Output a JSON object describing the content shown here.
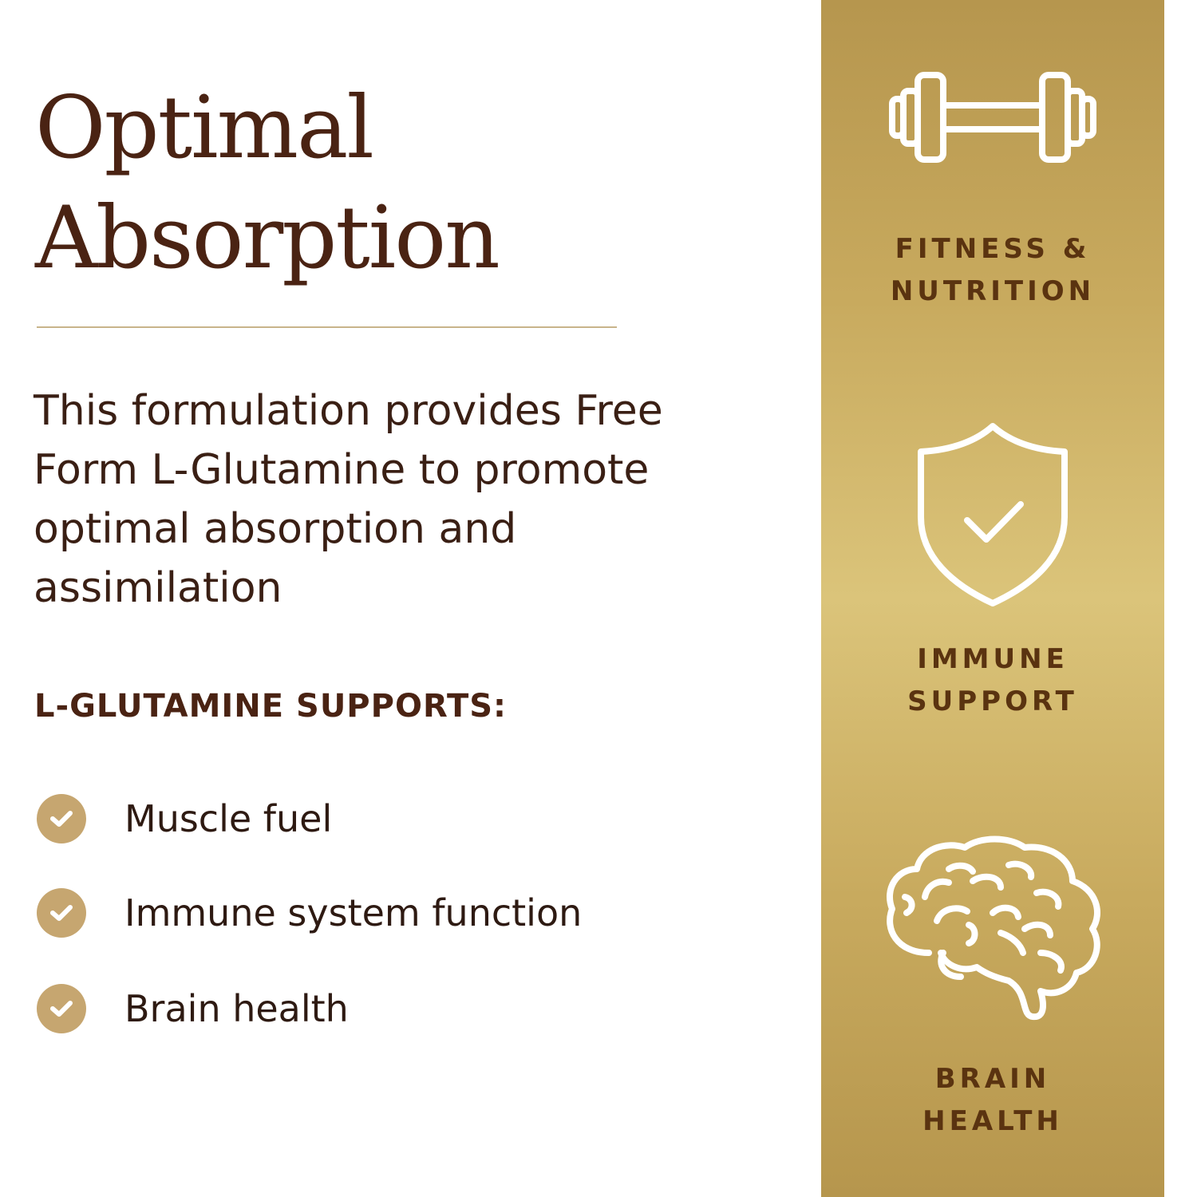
{
  "heading": {
    "line1": "Optimal",
    "line2": "Absorption"
  },
  "description": "This formulation provides Free Form L-Glutamine to promote optimal absorption and assimilation",
  "supports": {
    "title": "L-GLUTAMINE SUPPORTS:",
    "items": [
      {
        "label": "Muscle fuel",
        "icon": "check-circle-icon"
      },
      {
        "label": "Immune system function",
        "icon": "check-circle-icon"
      },
      {
        "label": "Brain health",
        "icon": "check-circle-icon"
      }
    ]
  },
  "features": [
    {
      "icon": "dumbbell-icon",
      "line1": "FITNESS &",
      "line2": "NUTRITION"
    },
    {
      "icon": "shield-check-icon",
      "line1": "IMMUNE",
      "line2": "SUPPORT"
    },
    {
      "icon": "brain-icon",
      "line1": "BRAIN",
      "line2": "HEALTH"
    }
  ],
  "colors": {
    "heading": "#4a2313",
    "text": "#3a1f14",
    "accent_gold": "#c6a670",
    "band_gold": "#c8aa5e",
    "band_text": "#5a3310",
    "divider": "#c8b48a"
  }
}
